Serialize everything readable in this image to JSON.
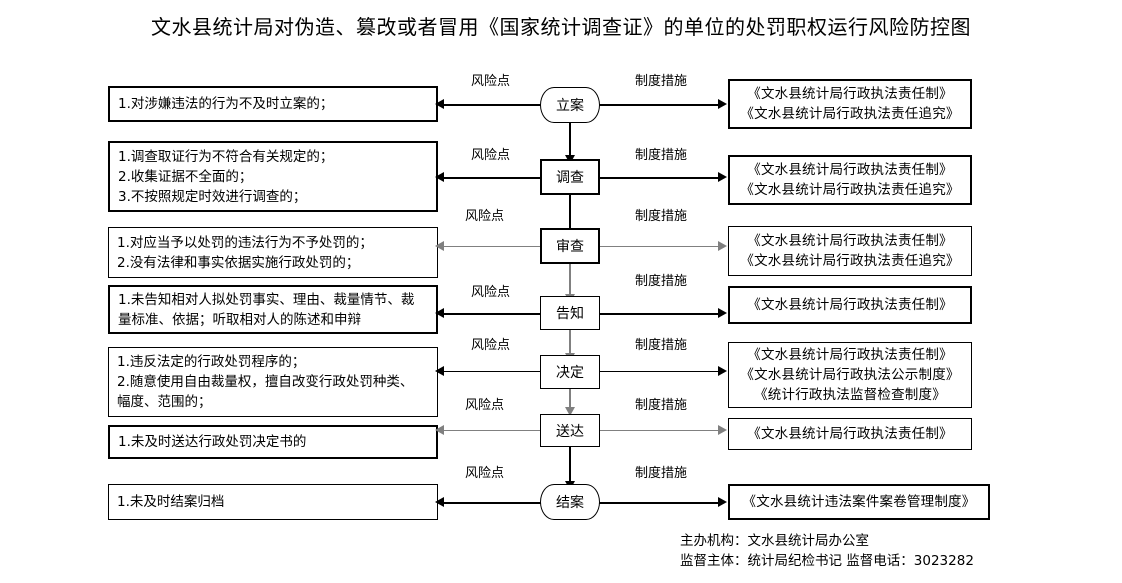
{
  "title": "文水县统计局对伪造、篡改或者冒用《国家统计调查证》的单位的处罚职权运行风险防控图",
  "column_labels": {
    "risk": "风险点",
    "measure": "制度措施"
  },
  "process_nodes": [
    {
      "label": "立案",
      "shape": "rounded"
    },
    {
      "label": "调查",
      "shape": "rect"
    },
    {
      "label": "审查",
      "shape": "rect"
    },
    {
      "label": "告知",
      "shape": "rect"
    },
    {
      "label": "决定",
      "shape": "rect"
    },
    {
      "label": "送达",
      "shape": "rect"
    },
    {
      "label": "结案",
      "shape": "rounded"
    }
  ],
  "risk_boxes": [
    {
      "lines": [
        "1.对涉嫌违法的行为不及时立案的；"
      ]
    },
    {
      "lines": [
        "1.调查取证行为不符合有关规定的；",
        "2.收集证据不全面的；",
        "3.不按照规定时效进行调查的；"
      ]
    },
    {
      "lines": [
        "1.对应当予以处罚的违法行为不予处罚的；",
        "2.没有法律和事实依据实施行政处罚的；"
      ]
    },
    {
      "lines": [
        "1.未告知相对人拟处罚事实、理由、裁量情节、裁",
        "量标准、依据；听取相对人的陈述和申辩"
      ]
    },
    {
      "lines": [
        "1.违反法定的行政处罚程序的；",
        "2.随意使用自由裁量权，擅自改变行政处罚种类、",
        "幅度、范围的；"
      ]
    },
    {
      "lines": [
        "1.未及时送达行政处罚决定书的"
      ]
    },
    {
      "lines": [
        "1.未及时结案归档"
      ]
    }
  ],
  "measure_boxes": [
    {
      "lines": [
        "《文水县统计局行政执法责任制》",
        "《文水县统计局行政执法责任追究》"
      ]
    },
    {
      "lines": [
        "《文水县统计局行政执法责任制》",
        "《文水县统计局行政执法责任追究》"
      ]
    },
    {
      "lines": [
        "《文水县统计局行政执法责任制》",
        "《文水县统计局行政执法责任追究》"
      ]
    },
    {
      "lines": [
        "《文水县统计局行政执法责任制》"
      ]
    },
    {
      "lines": [
        "《文水县统计局行政执法责任制》",
        "《文水县统计局行政执法公示制度》",
        "《统计行政执法监督检查制度》"
      ]
    },
    {
      "lines": [
        "《文水县统计局行政执法责任制》"
      ]
    },
    {
      "lines": [
        "《文水县统计违法案件案卷管理制度》"
      ]
    }
  ],
  "footer": {
    "line1": "主办机构：文水县统计局办公室",
    "line2": "监督主体：统计局纪检书记        监督电话：3023282"
  }
}
